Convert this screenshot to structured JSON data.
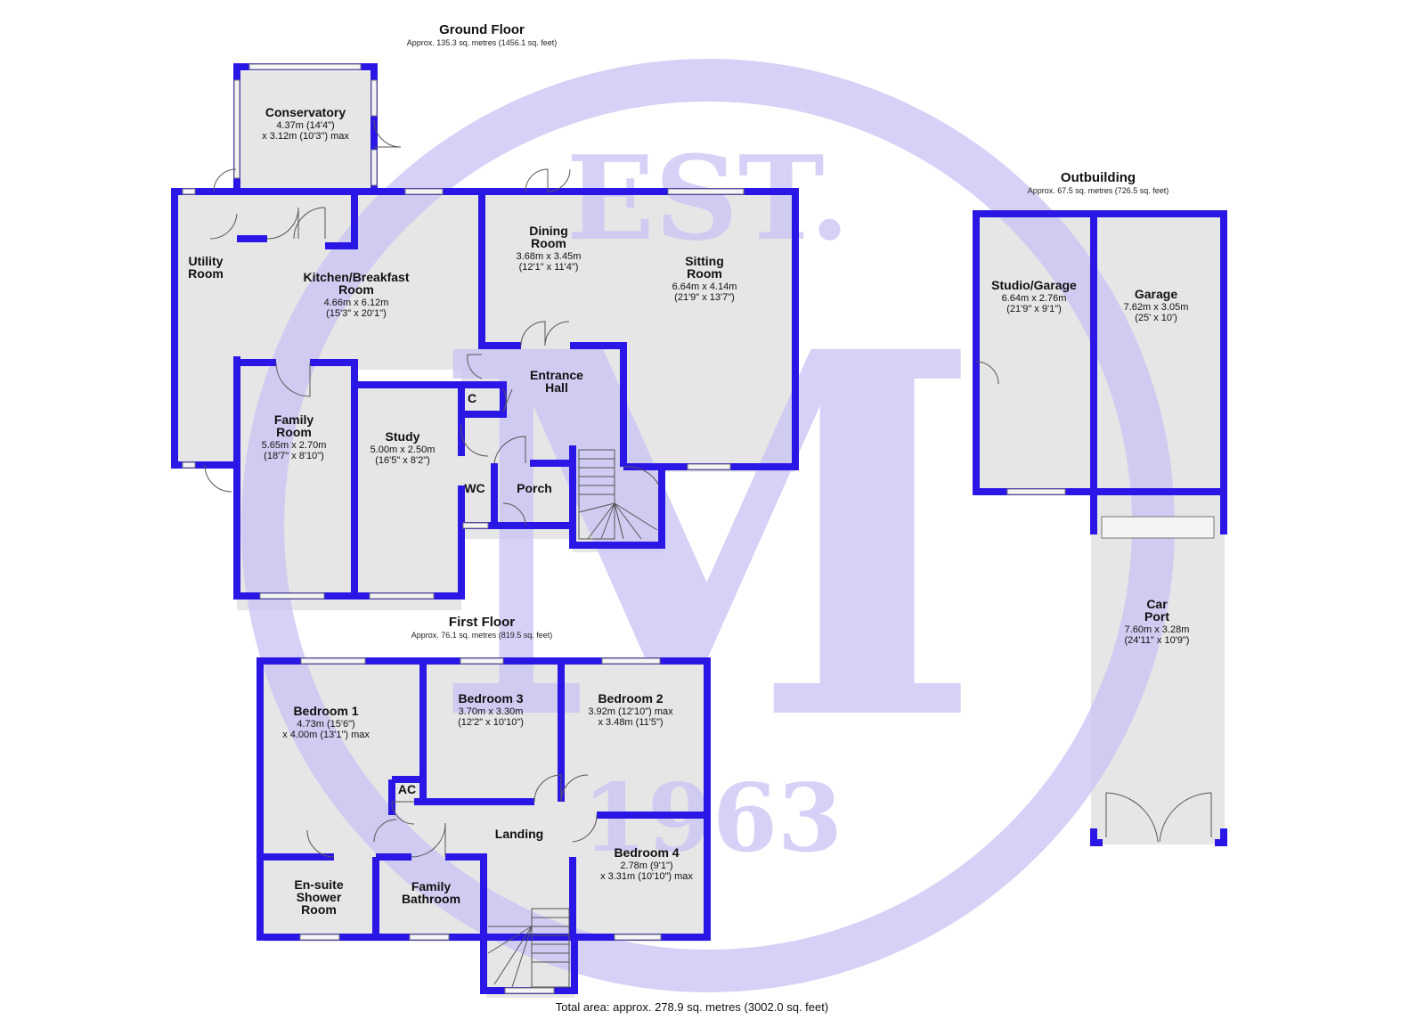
{
  "colors": {
    "wall": "#2a17e6",
    "floor": "#e6e6e6",
    "watermark": "#c9c2f5",
    "window": "#f4f4f4"
  },
  "watermark": {
    "est_text": "EST.",
    "letter": "M",
    "year": "1963"
  },
  "ground_floor": {
    "title": "Ground Floor",
    "area": "Approx. 135.3 sq. metres (1456.1 sq. feet)",
    "rooms": {
      "conservatory": {
        "name": "Conservatory",
        "dim1": "4.37m (14'4\")",
        "dim2": "x 3.12m (10'3\") max"
      },
      "utility": {
        "name1": "Utility",
        "name2": "Room"
      },
      "kitchen": {
        "name1": "Kitchen/Breakfast",
        "name2": "Room",
        "dim1": "4.66m x 6.12m",
        "dim2": "(15'3\" x 20'1\")"
      },
      "dining": {
        "name1": "Dining",
        "name2": "Room",
        "dim1": "3.68m x 3.45m",
        "dim2": "(12'1\" x 11'4\")"
      },
      "sitting": {
        "name1": "Sitting",
        "name2": "Room",
        "dim1": "6.64m x 4.14m",
        "dim2": "(21'9\" x 13'7\")"
      },
      "entrance": {
        "name1": "Entrance",
        "name2": "Hall"
      },
      "cupboard": {
        "name": "C"
      },
      "family": {
        "name1": "Family",
        "name2": "Room",
        "dim1": "5.65m x 2.70m",
        "dim2": "(18'7\" x 8'10\")"
      },
      "study": {
        "name": "Study",
        "dim1": "5.00m x 2.50m",
        "dim2": "(16'5\" x 8'2\")"
      },
      "wc": {
        "name": "WC"
      },
      "porch": {
        "name": "Porch"
      }
    }
  },
  "first_floor": {
    "title": "First Floor",
    "area": "Approx. 76.1 sq. metres (819.5 sq. feet)",
    "rooms": {
      "bedroom1": {
        "name": "Bedroom 1",
        "dim1": "4.73m (15'6\")",
        "dim2": "x 4.00m (13'1\") max"
      },
      "bedroom3": {
        "name": "Bedroom 3",
        "dim1": "3.70m x 3.30m",
        "dim2": "(12'2\" x 10'10\")"
      },
      "bedroom2": {
        "name": "Bedroom 2",
        "dim1": "3.92m (12'10\") max",
        "dim2": "x 3.48m (11'5\")"
      },
      "ac": {
        "name": "AC"
      },
      "landing": {
        "name": "Landing"
      },
      "bedroom4": {
        "name": "Bedroom 4",
        "dim1": "2.78m (9'1\")",
        "dim2": "x 3.31m (10'10\") max"
      },
      "ensuite": {
        "name1": "En-suite",
        "name2": "Shower",
        "name3": "Room"
      },
      "bathroom": {
        "name1": "Family",
        "name2": "Bathroom"
      }
    }
  },
  "outbuilding": {
    "title": "Outbuilding",
    "area": "Approx. 67.5 sq. metres (726.5 sq. feet)",
    "rooms": {
      "studio": {
        "name": "Studio/Garage",
        "dim1": "6.64m x 2.76m",
        "dim2": "(21'9\" x 9'1\")"
      },
      "garage": {
        "name": "Garage",
        "dim1": "7.62m x 3.05m",
        "dim2": "(25' x 10')"
      },
      "carport": {
        "name1": "Car",
        "name2": "Port",
        "dim1": "7.60m x 3.28m",
        "dim2": "(24'11\" x 10'9\")"
      }
    }
  },
  "total_area": "Total area: approx. 278.9 sq. metres (3002.0 sq. feet)"
}
